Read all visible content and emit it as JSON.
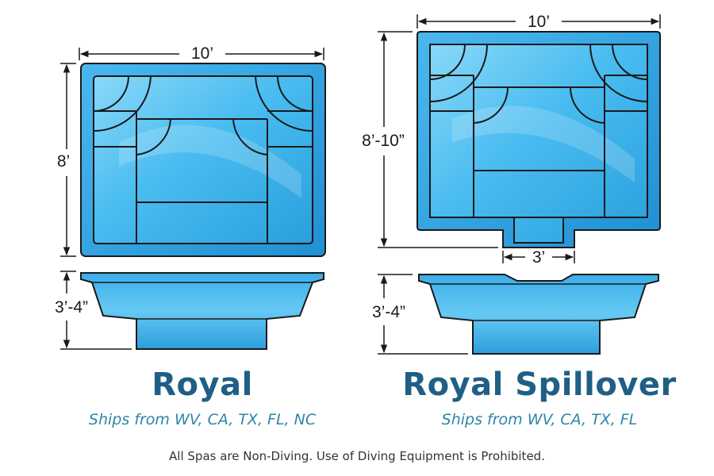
{
  "colors": {
    "water_light": "#7fd4f7",
    "water_mid": "#3fb6ee",
    "water_dark": "#1d8fd0",
    "outline": "#1a1a1a",
    "title": "#1f5f86",
    "subtitle": "#2e86a6"
  },
  "models": [
    {
      "name": "Royal",
      "ships_from": "Ships from WV, CA, TX, FL, NC",
      "width_label": "10’",
      "length_label": "8’",
      "depth_label": "3’-4”"
    },
    {
      "name": "Royal Spillover",
      "ships_from": "Ships from WV, CA, TX, FL",
      "width_label": "10’",
      "length_label": "8’-10”",
      "depth_label": "3’-4”",
      "spillover_label": "3’"
    }
  ],
  "disclaimer": "All Spas are Non-Diving. Use of Diving Equipment is Prohibited."
}
